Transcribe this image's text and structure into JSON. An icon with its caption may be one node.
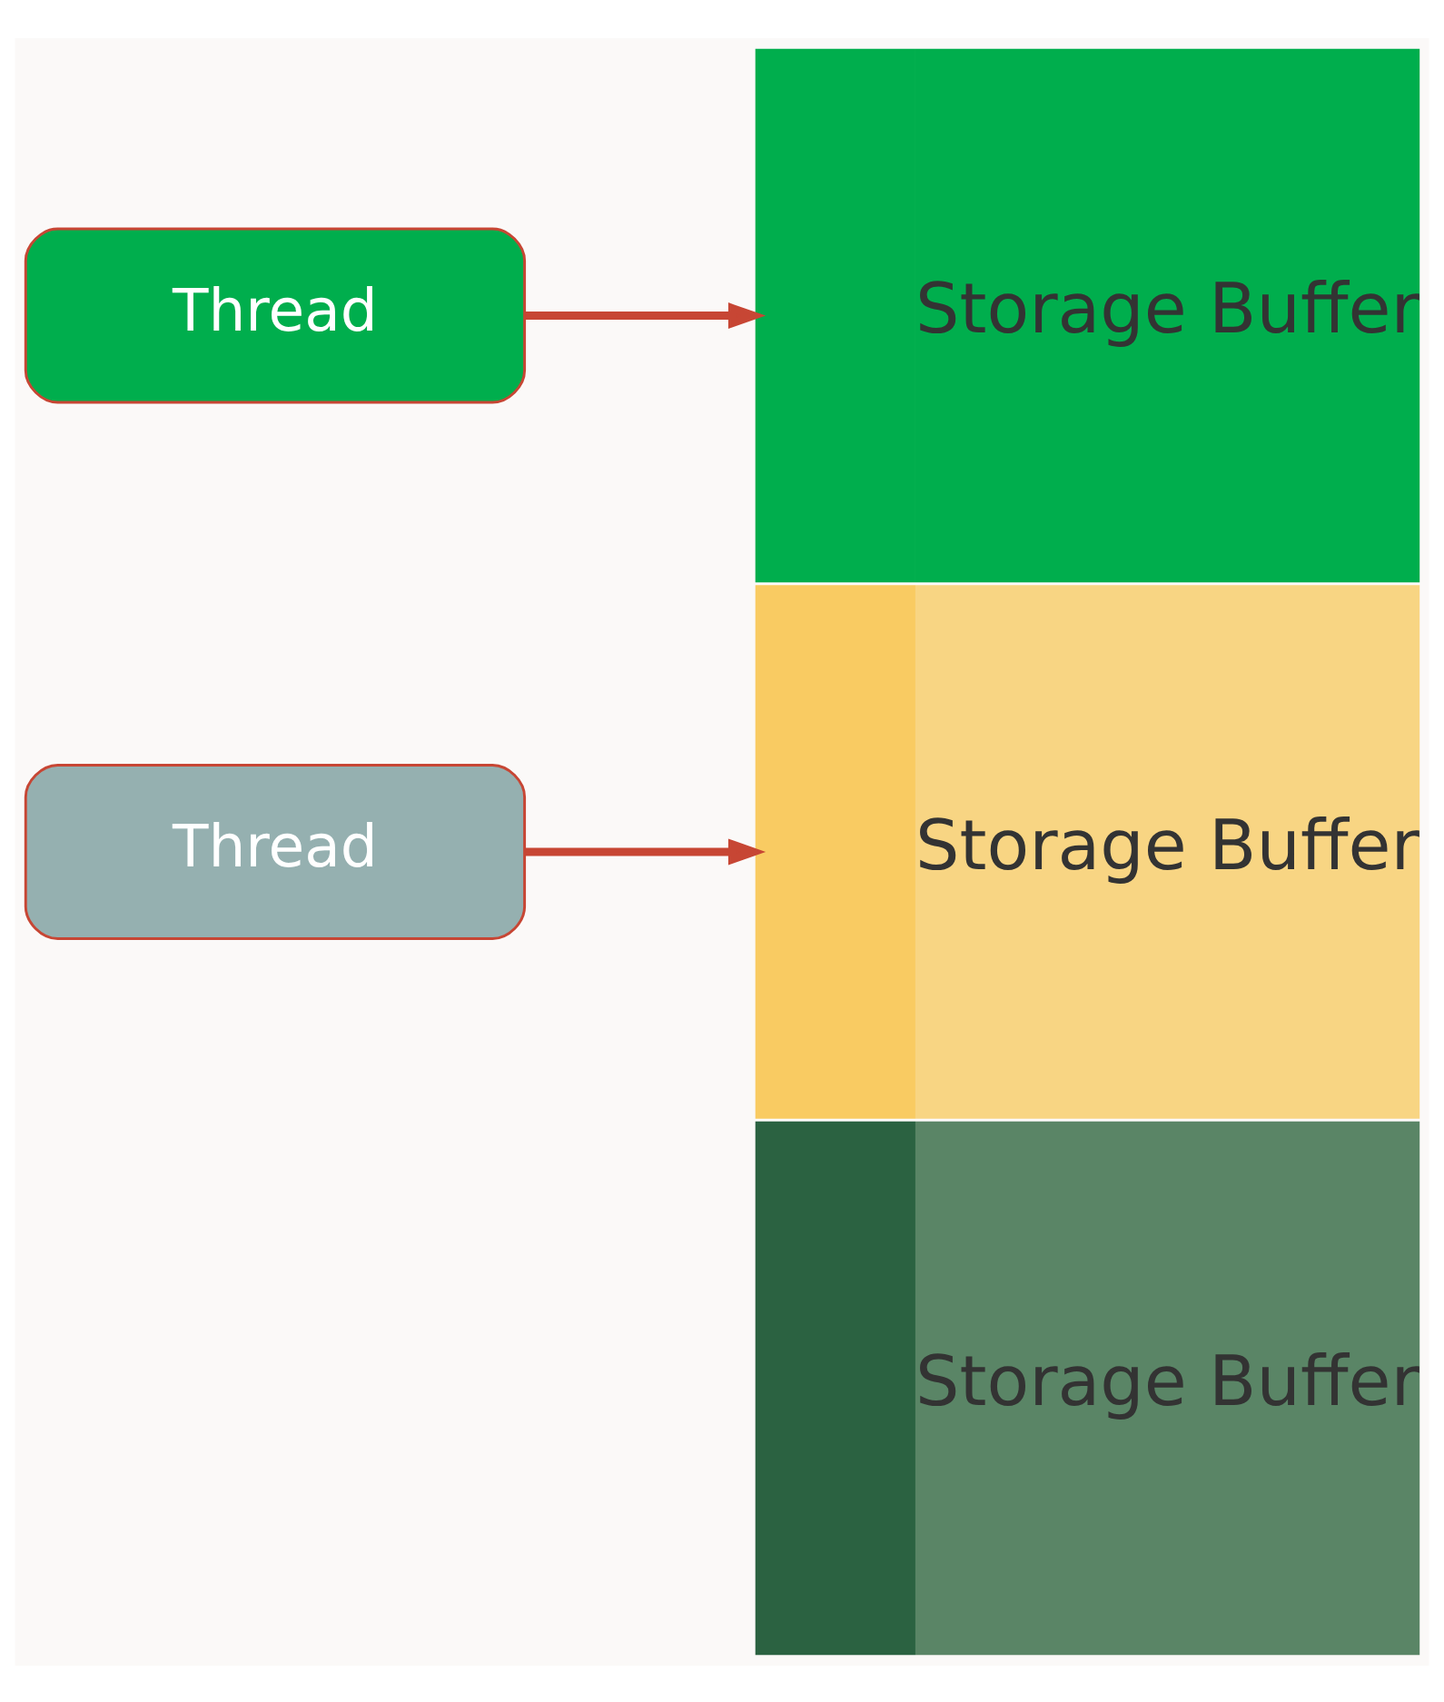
{
  "diagram": {
    "nodes": [
      {
        "text": [
          "Thread"
        ]
      },
      {
        "text": [
          "Thread"
        ]
      },
      {
        "text": [
          "Storage Buffer"
        ]
      },
      {
        "text": [
          "Storage Buffer"
        ]
      },
      {
        "text": [
          "Storage Buffer"
        ]
      }
    ],
    "edges": [
      {
        "from": 0,
        "to": 2,
        "arrow": "to"
      },
      {
        "from": 1,
        "to": 3,
        "arrow": "to"
      }
    ]
  }
}
